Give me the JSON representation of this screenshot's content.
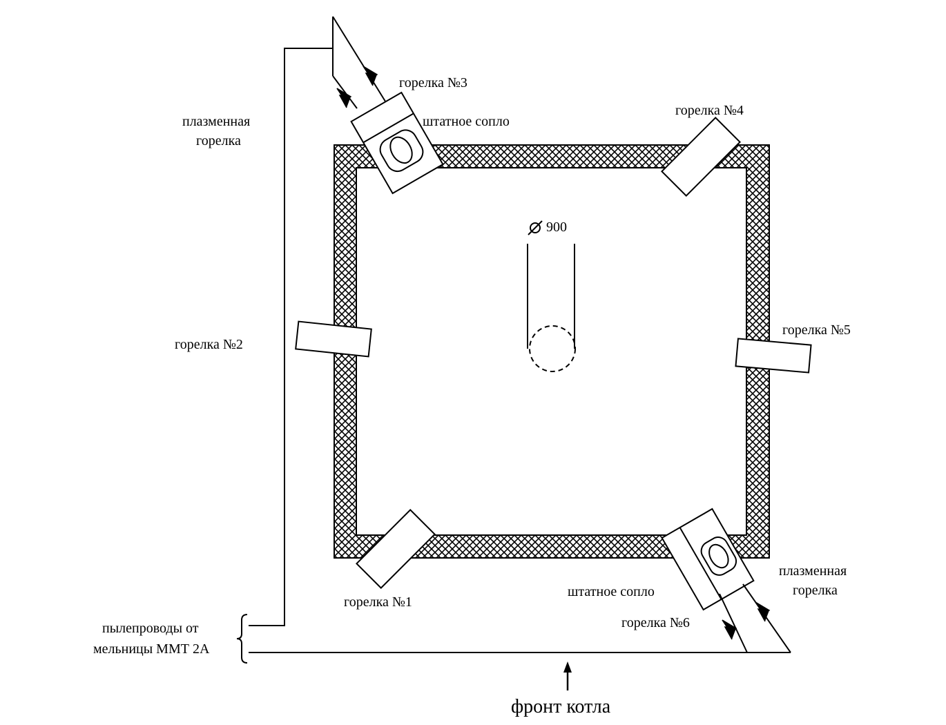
{
  "labels": {
    "burner1": "горелка №1",
    "burner2": "горелка №2",
    "burner3": "горелка №3",
    "burner4": "горелка №4",
    "burner5": "горелка №5",
    "burner6": "горелка №6",
    "std_nozzle_top": "штатное сопло",
    "std_nozzle_bottom": "штатное сопло",
    "plasma_top_line1": "плазменная",
    "plasma_top_line2": "горелка",
    "plasma_bottom_line1": "плазменная",
    "plasma_bottom_line2": "горелка",
    "pipes_line1": "пылепроводы от",
    "pipes_line2": "мельницы ММТ 2А",
    "diameter": "900",
    "front": "фронт котла"
  },
  "colors": {
    "line": "#000000",
    "background": "#ffffff"
  }
}
